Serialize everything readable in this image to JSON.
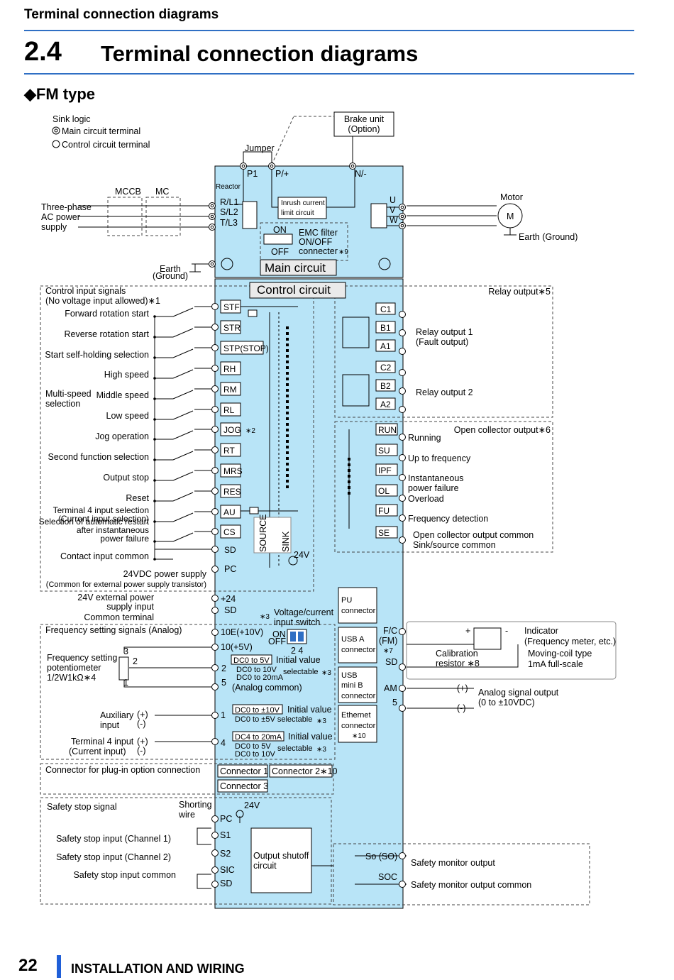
{
  "header": {
    "running_title": "Terminal connection diagrams",
    "section_number": "2.4",
    "section_title": "Terminal connection diagrams",
    "subsection": "◆FM type"
  },
  "legend": {
    "sink_logic": "Sink logic",
    "main_terminal": "Main circuit terminal",
    "control_terminal": "Control circuit terminal"
  },
  "power": {
    "brake_unit": [
      "Brake unit",
      "(Option)"
    ],
    "jumper": "Jumper",
    "mccb": "MCCB",
    "mc": "MC",
    "supply": [
      "Three-phase",
      "AC power",
      "supply"
    ],
    "p1": "P1",
    "pplus": "P/+",
    "nminus": "N/-",
    "reactor": "Reactor",
    "rl1": "R/L1",
    "sl2": "S/L2",
    "tl3": "T/L3",
    "inrush": [
      "Inrush current",
      "limit circuit"
    ],
    "u": "U",
    "v": "V",
    "w": "W",
    "motor": "Motor",
    "m": "M",
    "earth_motor": "Earth (Ground)",
    "emc_on": "ON",
    "emc_off": "OFF",
    "emc": [
      "EMC filter",
      "ON/OFF",
      "connecter"
    ],
    "emc_note": "∗9",
    "earth": [
      "Earth",
      "(Ground)"
    ],
    "main_circuit": "Main circuit"
  },
  "control": {
    "title": "Control circuit",
    "input_header": [
      "Control input signals",
      "(No voltage input allowed)∗1"
    ],
    "multi_speed": [
      "Multi-speed",
      "selection"
    ],
    "inputs": [
      {
        "label": [
          "Forward rotation start"
        ],
        "term": "STF"
      },
      {
        "label": [
          "Reverse rotation start"
        ],
        "term": "STR"
      },
      {
        "label": [
          "Start self-holding selection"
        ],
        "term": "STP(STOP)"
      },
      {
        "label": [
          "High speed"
        ],
        "term": "RH"
      },
      {
        "label": [
          "Middle speed"
        ],
        "term": "RM"
      },
      {
        "label": [
          "Low speed"
        ],
        "term": "RL"
      },
      {
        "label": [
          "Jog operation"
        ],
        "term": "JOG"
      },
      {
        "label": [
          "Second function selection"
        ],
        "term": "RT"
      },
      {
        "label": [
          "Output stop"
        ],
        "term": "MRS"
      },
      {
        "label": [
          "Reset"
        ],
        "term": "RES"
      },
      {
        "label": [
          "Terminal 4 input selection",
          "(Current input selection)"
        ],
        "term": "AU"
      },
      {
        "label": [
          "Selection of automatic restart",
          "after instantaneous",
          "power failure"
        ],
        "term": "CS"
      },
      {
        "label": [
          "Contact input common"
        ],
        "term": "SD"
      }
    ],
    "jog_note": "∗2",
    "source": "SOURCE",
    "sink": "SINK",
    "v24": "24V",
    "pc": "PC",
    "pc_label": [
      "24VDC power supply",
      "(Common for external power supply transistor)"
    ],
    "ext24_label": [
      "24V external power",
      "supply input"
    ],
    "common_terminal": "Common terminal",
    "t24": "+24",
    "sd2": "SD",
    "note3": "∗3",
    "vi_switch": [
      "Voltage/current",
      "input switch"
    ],
    "sw_on": "ON",
    "sw_off": "OFF",
    "sw_24": "2  4"
  },
  "relay": {
    "header": "Relay output∗5",
    "terms": [
      "C1",
      "B1",
      "A1",
      "C2",
      "B2",
      "A2"
    ],
    "r1": [
      "Relay output 1",
      "(Fault output)"
    ],
    "r2": "Relay output 2"
  },
  "oc": {
    "header": "Open collector output∗6",
    "terms": [
      "RUN",
      "SU",
      "IPF",
      "OL",
      "FU",
      "SE"
    ],
    "labels": [
      [
        "Running"
      ],
      [
        "Up to frequency"
      ],
      [
        "Instantaneous",
        "power failure"
      ],
      [
        "Overload"
      ],
      [
        "Frequency detection"
      ],
      [
        "Open collector output common",
        "Sink/source common"
      ]
    ]
  },
  "analog": {
    "header": "Frequency setting signals (Analog)",
    "pot": [
      "Frequency setting",
      "potentiometer",
      "1/2W1kΩ∗4"
    ],
    "pot_pins": [
      "3",
      "2",
      "1"
    ],
    "t10e": "10E(+10V)",
    "t10": "10(+5V)",
    "dc5": "DC0 to 5V",
    "init": "Initial value",
    "dc10": "DC0 to 10V",
    "dc20": "DC0 to 20mA",
    "selectable": "selectable",
    "note3": "∗3",
    "t2": "2",
    "t5": "5",
    "acommon": "(Analog common)",
    "aux": [
      "Auxiliary",
      "input"
    ],
    "plus": "(+)",
    "minus": "(-)",
    "t1": "1",
    "dc10pm": "DC0 to ±10V",
    "dc5pm": "DC0 to ±5V selectable",
    "t4label": [
      "Terminal 4 input",
      "(Current input)"
    ],
    "t4": "4",
    "dc4_20": "DC4 to 20mA",
    "dc0_5": "DC0 to 5V",
    "dc0_10": "DC0 to 10V"
  },
  "comm": {
    "pu": [
      "PU",
      "connector"
    ],
    "usba": [
      "USB A",
      "connector"
    ],
    "usbb": [
      "USB",
      "mini B",
      "connector"
    ],
    "eth": [
      "Ethernet",
      "connector",
      "∗10"
    ]
  },
  "fm": {
    "fc": [
      "F/C",
      "(FM)",
      "∗7"
    ],
    "sd": "SD",
    "calib": [
      "Calibration",
      "resistor ∗8"
    ],
    "indicator": [
      "Indicator",
      "(Frequency meter, etc.)",
      "Moving-coil type",
      "1mA full-scale"
    ],
    "plus": "+",
    "minus": "-",
    "am": "AM",
    "am5": "5",
    "ao_plus": "(+)",
    "ao_minus": "(-)",
    "ao_label": [
      "Analog signal output",
      "(0 to ±10VDC)"
    ]
  },
  "option": {
    "header": "Connector for plug-in option connection",
    "c1": "Connector 1",
    "c2": "Connector 2∗10",
    "c3": "Connector 3"
  },
  "safety": {
    "header": "Safety stop signal",
    "shorting": [
      "Shorting",
      "wire"
    ],
    "v24": "24V",
    "pc": "PC",
    "s1": "S1",
    "s2": "S2",
    "sic": "SIC",
    "sd": "SD",
    "ch1": "Safety stop input (Channel 1)",
    "ch2": "Safety stop input (Channel 2)",
    "common": "Safety stop input common",
    "shutoff": [
      "Output shutoff",
      "circuit"
    ],
    "so": "So (SO)",
    "soc": "SOC",
    "monitor": "Safety monitor output",
    "monitor_common": "Safety monitor output common"
  },
  "footer": {
    "page": "22",
    "chapter": "INSTALLATION AND WIRING"
  },
  "colors": {
    "fill": "#b8e4f7",
    "accent": "#2f6fc4",
    "footer": "#1f5fd8"
  }
}
